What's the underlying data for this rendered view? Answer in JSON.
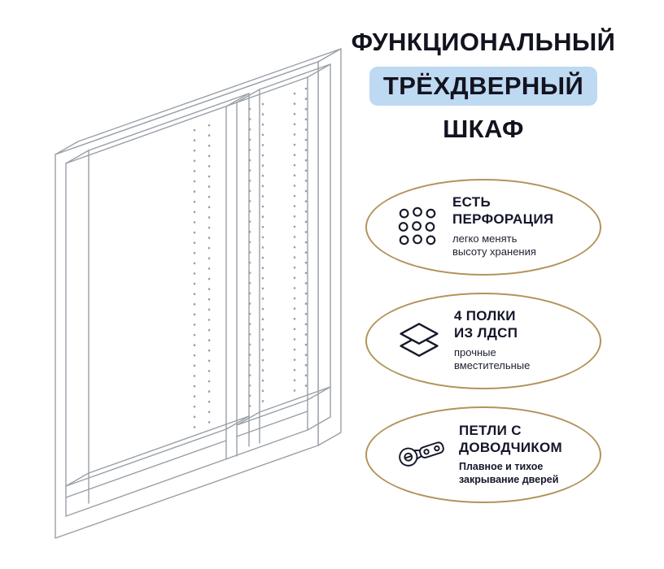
{
  "title": {
    "line1": "ФУНКЦИОНАЛЬНЫЙ",
    "line2": "ТРЁХДВЕРНЫЙ",
    "line3": "ШКАФ"
  },
  "badges": [
    {
      "icon": "perforation-grid-icon",
      "title_lines": [
        "ЕСТЬ",
        "ПЕРФОРАЦИЯ"
      ],
      "subtitle_lines": [
        "легко менять",
        "высоту хранения"
      ]
    },
    {
      "icon": "layers-shelves-icon",
      "title_lines": [
        "4 ПОЛКИ",
        "ИЗ ЛДСП"
      ],
      "subtitle_lines": [
        "прочные",
        "вместительные"
      ]
    },
    {
      "icon": "soft-close-hinge-icon",
      "title_lines": [
        "ПЕТЛИ С",
        "ДОВОДЧИКОМ"
      ],
      "subtitle_lines": [
        "Плавное и тихое",
        "закрывание дверей"
      ]
    }
  ],
  "illustration": {
    "name": "wardrobe-frame-line-drawing",
    "description": "isometric open two-section wardrobe carcass with perforation rows"
  },
  "colors": {
    "background": "#ffffff",
    "text_dark": "#12131f",
    "highlight_blue": "#bed9f2",
    "accent_gold": "#b2945a",
    "drawing_line_gray": "#99a0a8",
    "icon_dark": "#16182a"
  }
}
